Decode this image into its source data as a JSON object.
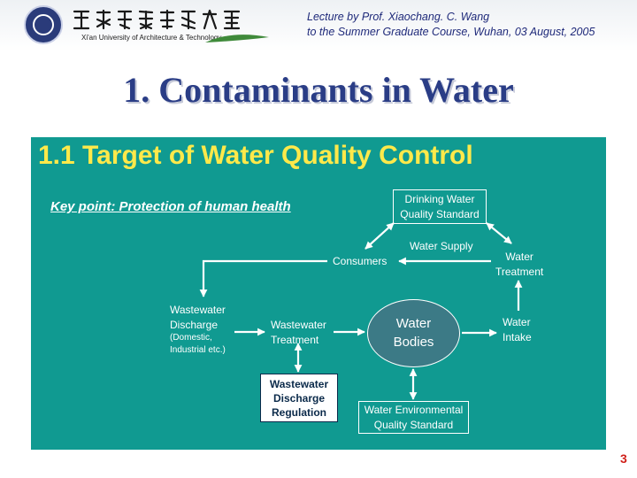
{
  "header": {
    "university_name_cn": "西安建築科技大學",
    "university_name_en": "Xi'an University of Architecture & Technology",
    "lecture_line_1": "Lecture by Prof. Xiaochang. C. Wang",
    "lecture_line_2": "to the Summer Graduate Course, Wuhan, 03 August, 2005"
  },
  "slide": {
    "title": "1. Contaminants in Water",
    "section_title": "1.1 Target of Water Quality Control",
    "key_point": "Key point: Protection of human health",
    "page_number": "3"
  },
  "diagram": {
    "drinking_standard_l1": "Drinking Water",
    "drinking_standard_l2": "Quality Standard",
    "water_supply": "Water Supply",
    "consumers": "Consumers",
    "water_treatment_l1": "Water",
    "water_treatment_l2": "Treatment",
    "discharge_l1": "Wastewater",
    "discharge_l2": "Discharge",
    "discharge_sub_l1": "(Domestic,",
    "discharge_sub_l2": "Industrial etc.)",
    "ww_treatment_l1": "Wastewater",
    "ww_treatment_l2": "Treatment",
    "water_bodies_l1": "Water",
    "water_bodies_l2": "Bodies",
    "water_intake_l1": "Water",
    "water_intake_l2": "Intake",
    "regulation_l1": "Wastewater",
    "regulation_l2": "Discharge",
    "regulation_l3": "Regulation",
    "environmental_standard_l1": "Water Environmental",
    "environmental_standard_l2": "Quality Standard"
  },
  "colors": {
    "panel": "#109a91",
    "section_title": "#ffe94a",
    "main_title": "#2a3d86",
    "page_number": "#d0201a"
  }
}
